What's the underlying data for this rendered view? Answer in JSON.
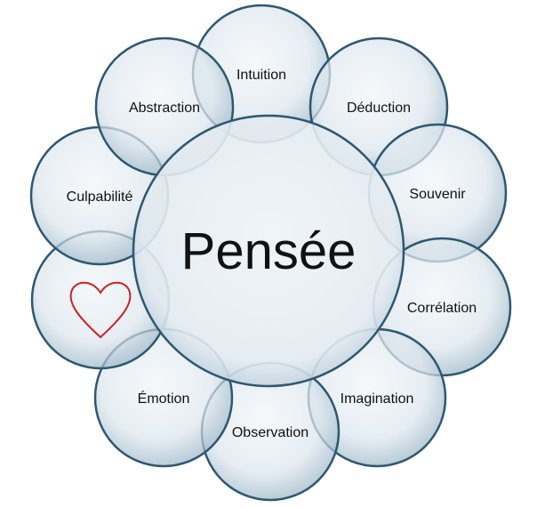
{
  "title": "Pensée",
  "center": {
    "label": "Pensée"
  },
  "nodes": [
    {
      "id": "intuition",
      "label": "Intuition"
    },
    {
      "id": "deduction",
      "label": "Déduction"
    },
    {
      "id": "souvenir",
      "label": "Souvenir"
    },
    {
      "id": "correlation",
      "label": "Corrélation"
    },
    {
      "id": "imagination",
      "label": "Imagination"
    },
    {
      "id": "observation",
      "label": "Observation"
    },
    {
      "id": "emotion",
      "label": "Émotion"
    },
    {
      "id": "heart",
      "label": "",
      "icon": "heart-icon"
    },
    {
      "id": "culpabilite",
      "label": "Culpabilité"
    },
    {
      "id": "abstraction",
      "label": "Abstraction"
    }
  ],
  "colors": {
    "bubble_stroke": "#2e5870",
    "bubble_fill_light": "#eef3f7",
    "bubble_fill_dark": "#9ab5c6",
    "heart": "#cc2222"
  }
}
